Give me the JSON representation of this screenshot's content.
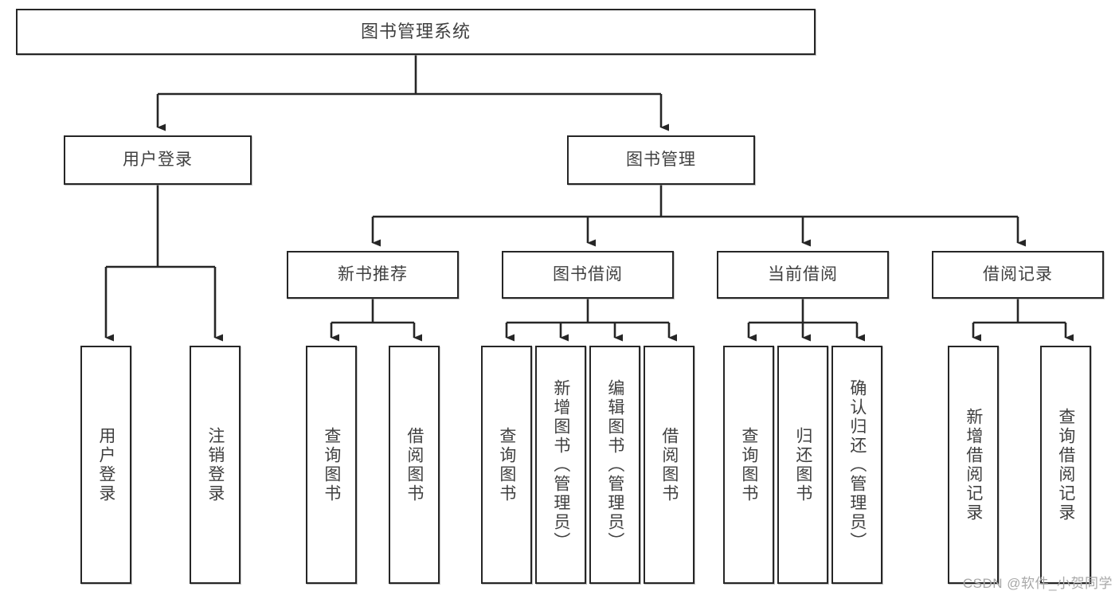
{
  "diagram": {
    "title": "图书管理系统",
    "type": "tree-hierarchy",
    "watermark": "CSDN @软件_小贺同学",
    "colors": {
      "stroke": "#262626",
      "text": "#404040",
      "background": "#ffffff",
      "watermark": "#a8a8a8"
    },
    "nodes": {
      "root": {
        "label": "图书管理系统"
      },
      "level2": [
        {
          "id": "user-login",
          "label": "用户登录"
        },
        {
          "id": "book-manage",
          "label": "图书管理"
        }
      ],
      "level3": [
        {
          "id": "new-book-recommend",
          "label": "新书推荐"
        },
        {
          "id": "book-borrow",
          "label": "图书借阅"
        },
        {
          "id": "current-borrow",
          "label": "当前借阅"
        },
        {
          "id": "borrow-record",
          "label": "借阅记录"
        }
      ],
      "leaves": {
        "user_login": [
          {
            "id": "leaf-user-login",
            "label": "用户登录"
          },
          {
            "id": "leaf-logout",
            "label": "注销登录"
          }
        ],
        "new_book_recommend": [
          {
            "id": "leaf-query-book-1",
            "label": "查询图书"
          },
          {
            "id": "leaf-borrow-book-1",
            "label": "借阅图书"
          }
        ],
        "book_borrow": [
          {
            "id": "leaf-query-book-2",
            "label": "查询图书"
          },
          {
            "id": "leaf-add-book",
            "label": "新增图书（管理员）"
          },
          {
            "id": "leaf-edit-book",
            "label": "编辑图书（管理员）"
          },
          {
            "id": "leaf-borrow-book-2",
            "label": "借阅图书"
          }
        ],
        "current_borrow": [
          {
            "id": "leaf-query-book-3",
            "label": "查询图书"
          },
          {
            "id": "leaf-return-book",
            "label": "归还图书"
          },
          {
            "id": "leaf-confirm-return",
            "label": "确认归还（管理员）"
          }
        ],
        "borrow_record": [
          {
            "id": "leaf-add-record",
            "label": "新增借阅记录"
          },
          {
            "id": "leaf-query-record",
            "label": "查询借阅记录"
          }
        ]
      }
    }
  }
}
